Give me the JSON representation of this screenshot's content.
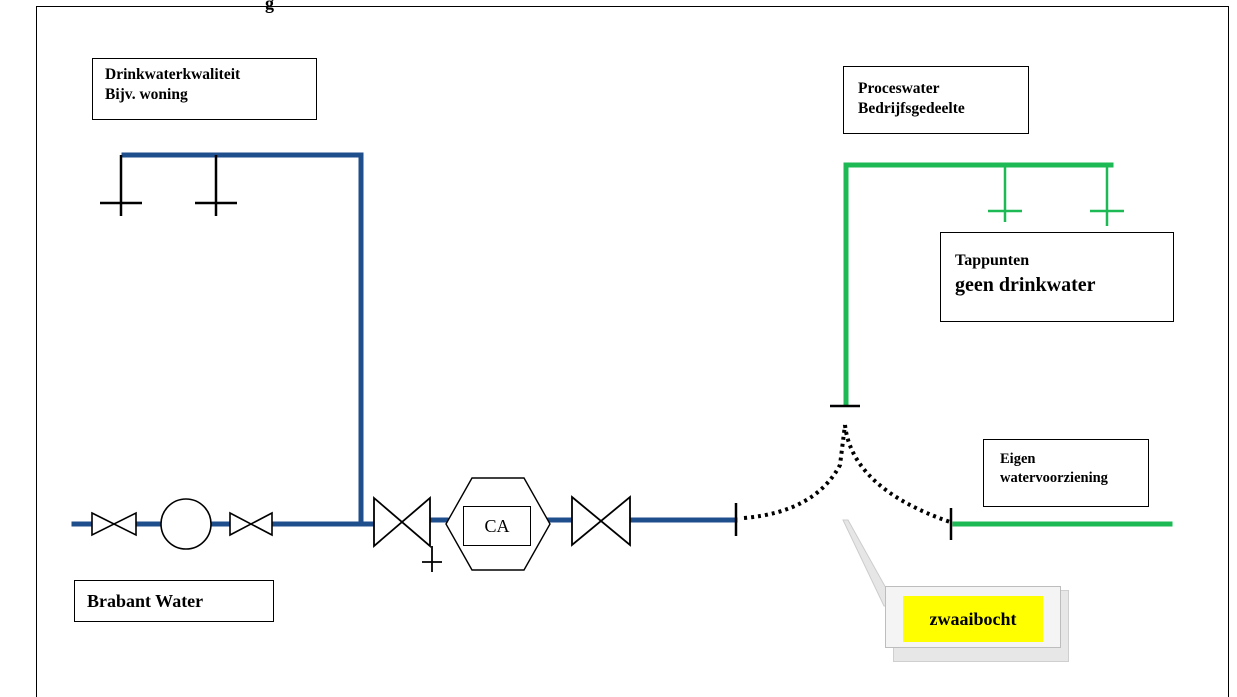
{
  "title_cut": "g",
  "labels": {
    "drinkwater": [
      "Drinkwaterkwaliteit",
      "Bijv. woning"
    ],
    "proceswater": [
      "Proceswater",
      "Bedrijfsgedeelte"
    ],
    "tappunten": [
      "Tappunten",
      "geen drinkwater"
    ],
    "eigen": [
      "Eigen",
      "watervoorziening"
    ],
    "brabant": "Brabant Water",
    "ca": "CA",
    "zwaaibocht": "zwaaibocht"
  },
  "colors": {
    "drinkwater_pipe": "#1f4e8c",
    "process_pipe": "#1db954",
    "dotted": "#000000",
    "highlight": "#ffff00"
  }
}
